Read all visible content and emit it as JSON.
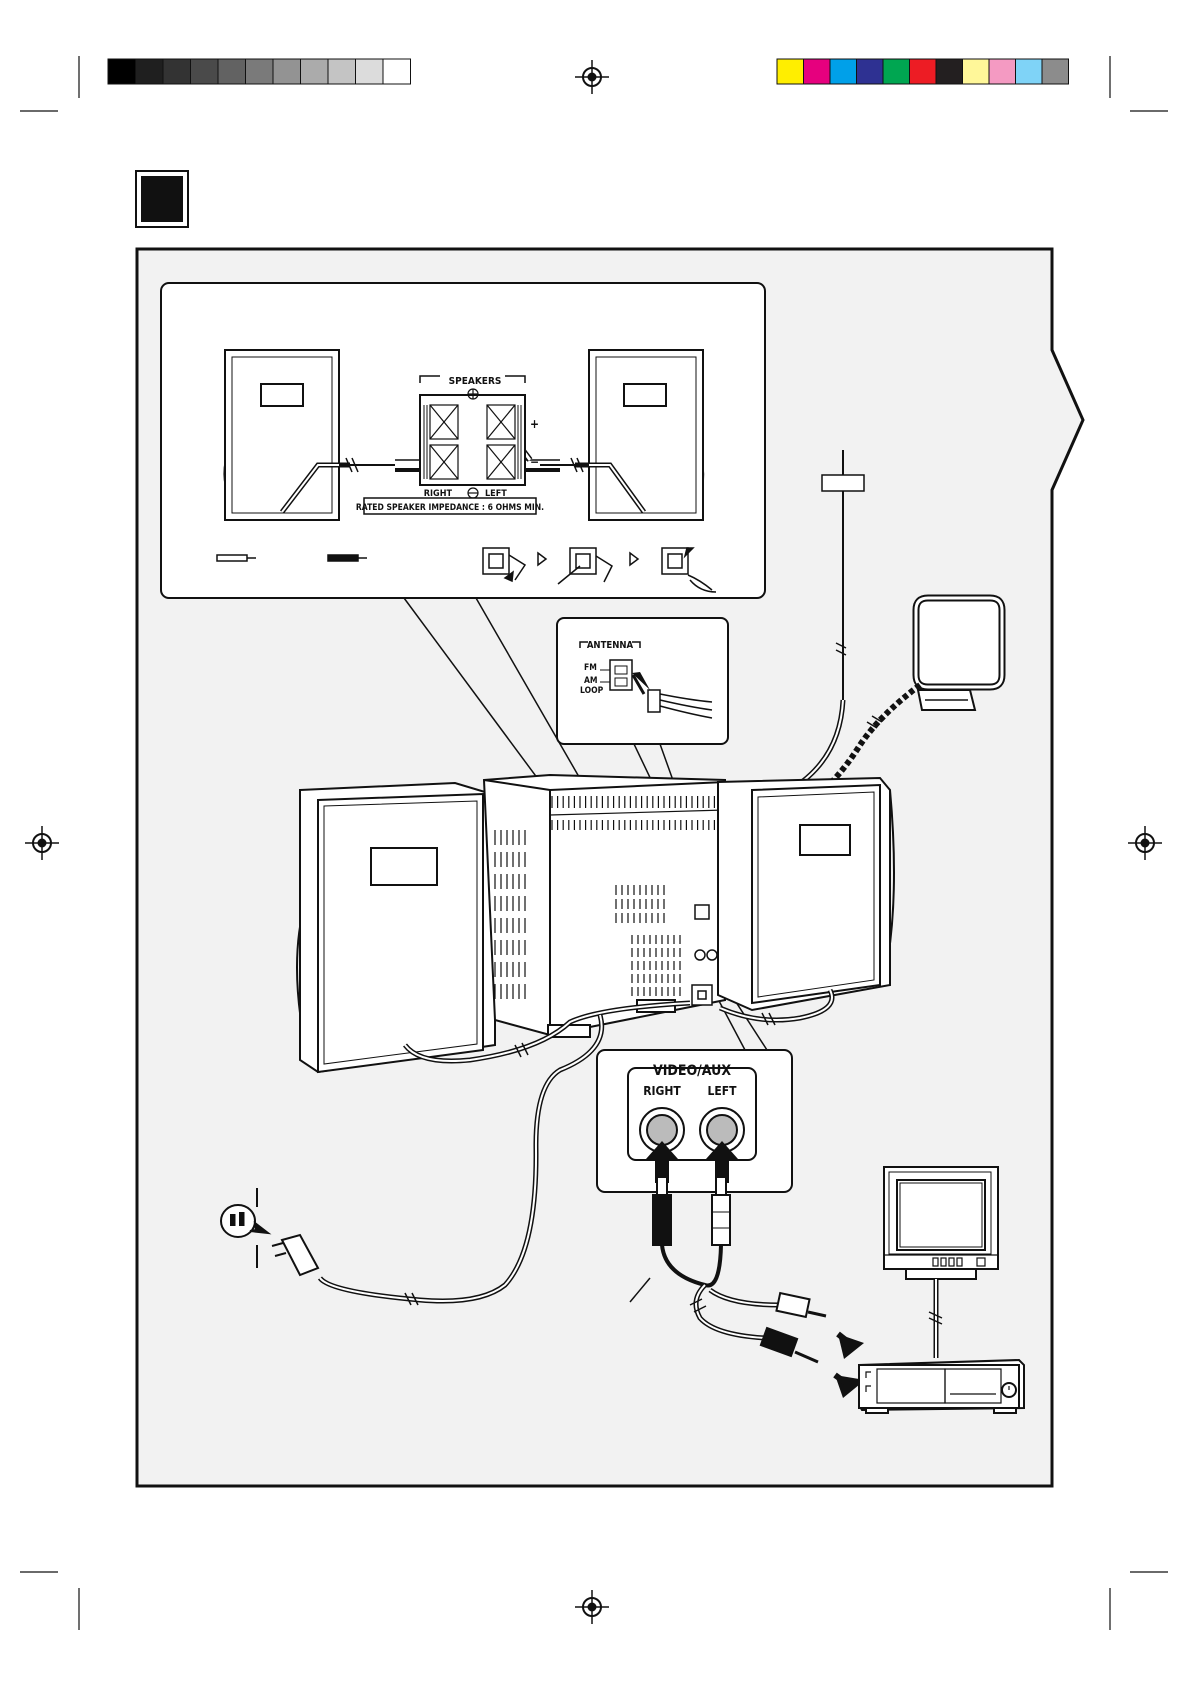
{
  "calibration": {
    "gray_swatches": [
      "#000000",
      "#1f1f1f",
      "#333333",
      "#4a4a4a",
      "#626262",
      "#7a7a7a",
      "#939393",
      "#ababab",
      "#c4c4c4",
      "#dcdcdc",
      "#ffffff"
    ],
    "color_swatches": [
      "#ffee00",
      "#e6007e",
      "#00a0e9",
      "#2e3192",
      "#00a651",
      "#ed1c24",
      "#231f20",
      "#fff799",
      "#f49ac2",
      "#7fd3f7",
      "#8c8c8c"
    ]
  },
  "speakers_inset": {
    "terminal_title": "SPEAKERS",
    "plus_sign": "+",
    "minus_sign": "−",
    "right_label": "RIGHT",
    "left_label": "LEFT",
    "impedance_note": "RATED SPEAKER IMPEDANCE : 6 OHMS MIN."
  },
  "antenna_inset": {
    "title": "ANTENNA",
    "fm_label": "FM",
    "am_label": "AM",
    "loop_label": "LOOP"
  },
  "video_aux_inset": {
    "title": "VIDEO/AUX",
    "right_label": "RIGHT",
    "left_label": "LEFT"
  },
  "colors": {
    "panel_fill": "#f2f2f2",
    "line": "#111111"
  }
}
